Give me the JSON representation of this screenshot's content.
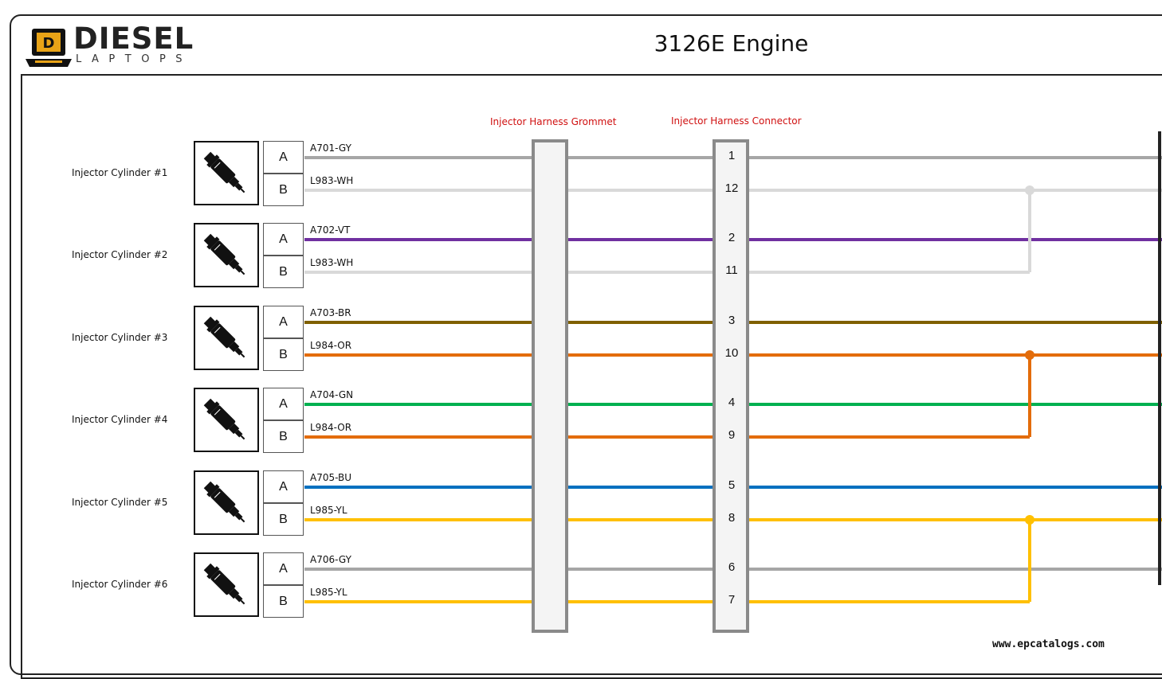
{
  "header": {
    "title": "3126E Engine",
    "logo": {
      "word": "DIESEL",
      "sub": "LAPTOPS"
    }
  },
  "labels": {
    "grommet": "Injector Harness Grommet",
    "connector": "Injector Harness Connector"
  },
  "colors": {
    "GY": "#a6a6a6",
    "WH": "#d9d9d9",
    "VT": "#7030a0",
    "BR": "#7f6000",
    "OR": "#e36c0a",
    "GN": "#00b050",
    "BU": "#0070c0",
    "YL": "#ffc000"
  },
  "injectors": [
    {
      "label": "Injector Cylinder #1",
      "pins": [
        {
          "pin": "A",
          "wire": "A701-GY",
          "color": "GY",
          "conn": "1"
        },
        {
          "pin": "B",
          "wire": "L983-WH",
          "color": "WH",
          "conn": "12"
        }
      ]
    },
    {
      "label": "Injector Cylinder #2",
      "pins": [
        {
          "pin": "A",
          "wire": "A702-VT",
          "color": "VT",
          "conn": "2"
        },
        {
          "pin": "B",
          "wire": "L983-WH",
          "color": "WH",
          "conn": "11"
        }
      ]
    },
    {
      "label": "Injector Cylinder #3",
      "pins": [
        {
          "pin": "A",
          "wire": "A703-BR",
          "color": "BR",
          "conn": "3"
        },
        {
          "pin": "B",
          "wire": "L984-OR",
          "color": "OR",
          "conn": "10"
        }
      ]
    },
    {
      "label": "Injector Cylinder #4",
      "pins": [
        {
          "pin": "A",
          "wire": "A704-GN",
          "color": "GN",
          "conn": "4"
        },
        {
          "pin": "B",
          "wire": "L984-OR",
          "color": "OR",
          "conn": "9"
        }
      ]
    },
    {
      "label": "Injector Cylinder #5",
      "pins": [
        {
          "pin": "A",
          "wire": "A705-BU",
          "color": "BU",
          "conn": "5"
        },
        {
          "pin": "B",
          "wire": "L985-YL",
          "color": "YL",
          "conn": "8"
        }
      ]
    },
    {
      "label": "Injector Cylinder #6",
      "pins": [
        {
          "pin": "A",
          "wire": "A706-GY",
          "color": "GY",
          "conn": "6"
        },
        {
          "pin": "B",
          "wire": "L985-YL",
          "color": "YL",
          "conn": "7"
        }
      ]
    }
  ],
  "footer": {
    "url": "www.epcatalogs.com"
  }
}
